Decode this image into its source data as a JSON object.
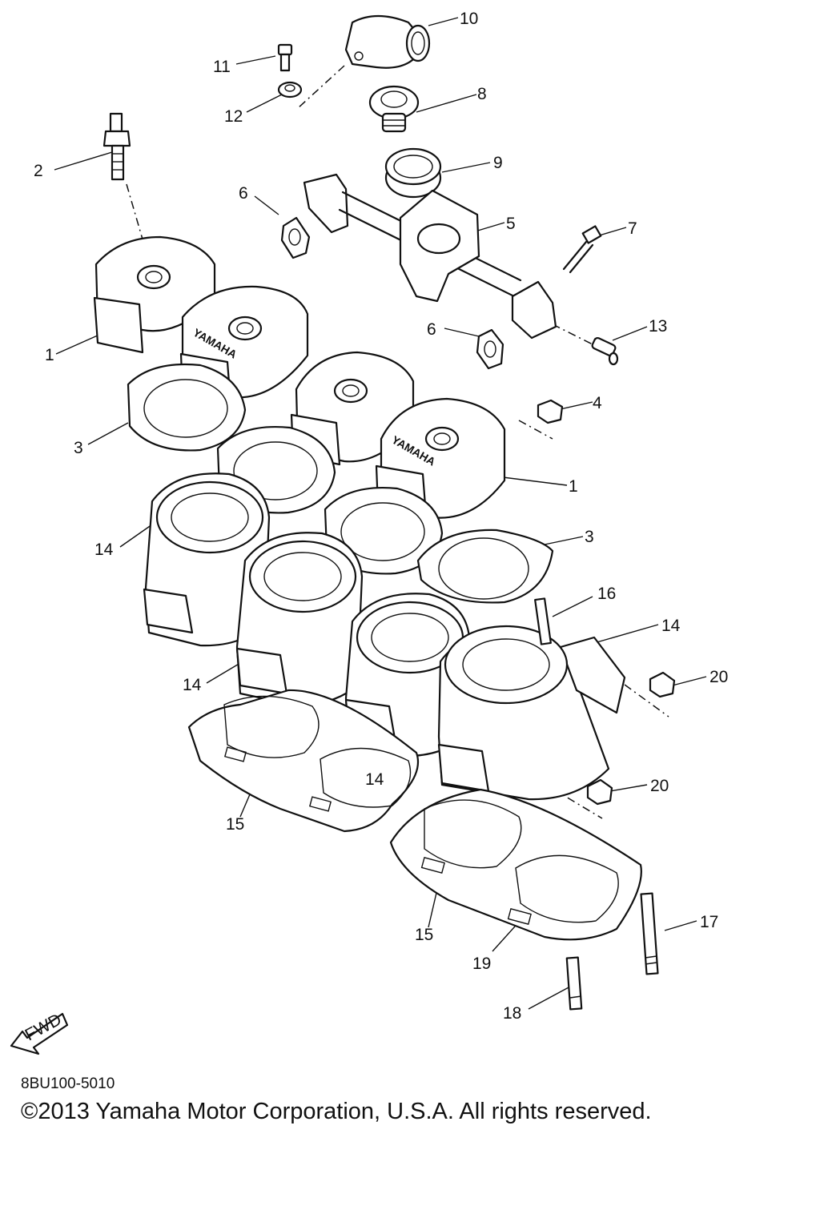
{
  "callouts": {
    "c1a": "1",
    "c1b": "1",
    "c2": "2",
    "c3a": "3",
    "c3b": "3",
    "c4": "4",
    "c5": "5",
    "c6a": "6",
    "c6b": "6",
    "c7": "7",
    "c8": "8",
    "c9": "9",
    "c10": "10",
    "c11": "11",
    "c12": "12",
    "c13": "13",
    "c14a": "14",
    "c14b": "14",
    "c14c": "14",
    "c14d": "14",
    "c15a": "15",
    "c15b": "15",
    "c16": "16",
    "c17": "17",
    "c18": "18",
    "c19": "19",
    "c20a": "20",
    "c20b": "20"
  },
  "head_marking": "YAMAHA",
  "fwd_label": "FWD",
  "diagram_code": "8BU100-5010",
  "copyright": "©2013 Yamaha Motor Corporation, U.S.A. All rights reserved.",
  "icons": [
    "fwd-arrow-icon"
  ]
}
